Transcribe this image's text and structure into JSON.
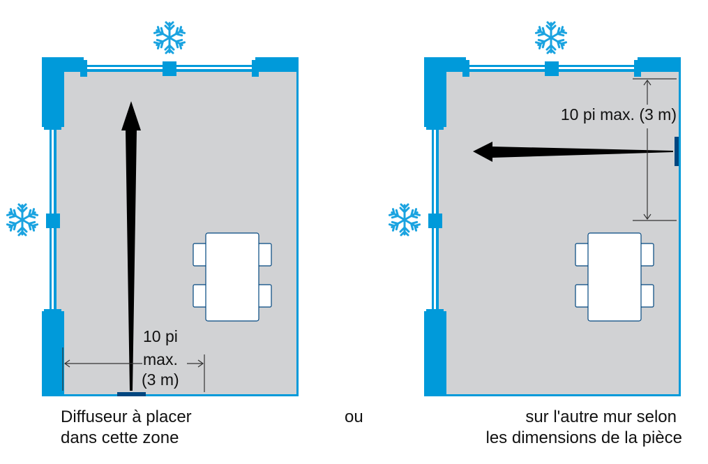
{
  "colors": {
    "wall": "#009ada",
    "floor": "#d1d2d4",
    "diffuser": "#00467f",
    "arrow": "#000000"
  },
  "left_room": {
    "dimension": {
      "line1": "10 pi",
      "line2": "max.",
      "line3": "(3 m)"
    },
    "caption": {
      "line1": "Diffuseur à placer",
      "line2": "dans cette zone"
    }
  },
  "separator": "ou",
  "right_room": {
    "dimension": "10 pi max. (3 m)",
    "caption": {
      "line1": "sur l'autre mur selon",
      "line2": "les dimensions de la pièce"
    }
  },
  "icons": {
    "window_marker": "snowflake-icon"
  }
}
